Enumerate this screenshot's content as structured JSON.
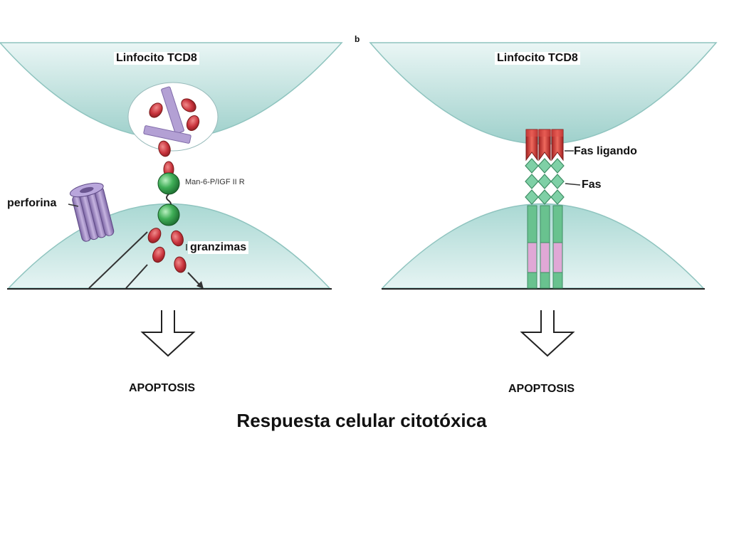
{
  "panel_a": {
    "cell_label": "Linfocito TCD8",
    "receptor_label": "Man-6-P/IGF II R",
    "perforin_label": "perforina",
    "granzymes_label": "granzimas",
    "outcome_label": "APOPTOSIS"
  },
  "panel_b": {
    "panel_letter": "b",
    "cell_label": "Linfocito TCD8",
    "fas_ligand_label": "Fas ligando",
    "fas_label": "Fas",
    "outcome_label": "APOPTOSIS"
  },
  "caption": "Respuesta celular citotóxica",
  "colors": {
    "cell_fill": "#c6e6e3",
    "cell_edge": "#8fc4bf",
    "granzyme": "#c9343d",
    "perforin": "#9d86c0",
    "receptor": "#2f9a46",
    "fas_ligand": "#d23b3b",
    "fas_diamond": "#7fd0a6",
    "fas_stem_green": "#69c28f",
    "fas_stem_pink": "#e0a8d6"
  }
}
